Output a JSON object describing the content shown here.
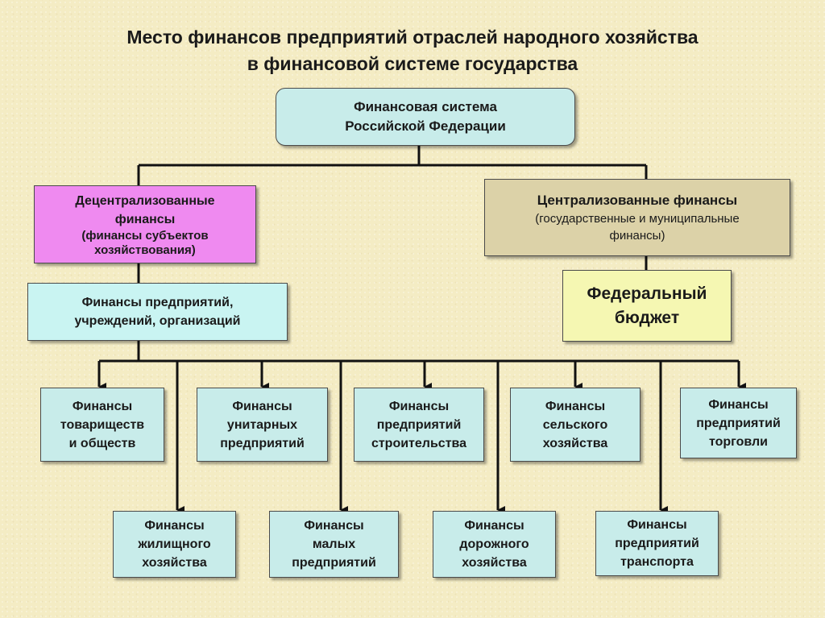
{
  "title": {
    "line1": "Место финансов предприятий отраслей народного хозяйства",
    "line2": "в финансовой системе государства"
  },
  "root": {
    "line1": "Финансовая система",
    "line2": "Российской Федерации"
  },
  "decentralized": {
    "line1": "Децентрализованные",
    "line2": "финансы",
    "sub1": "(финансы субъектов",
    "sub2": "хозяйствования)"
  },
  "centralized": {
    "line1": "Централизованные  финансы",
    "sub1": "(государственные и муниципальные",
    "sub2": "финансы)"
  },
  "enterprises": {
    "line1": "Финансы предприятий,",
    "line2": "учреждений, организаций"
  },
  "federal_budget": {
    "line1": "Федеральный",
    "line2": "бюджет"
  },
  "top_row": [
    {
      "lines": [
        "Финансы",
        "товариществ",
        "и обществ"
      ]
    },
    {
      "lines": [
        "Финансы",
        "унитарных",
        "предприятий"
      ]
    },
    {
      "lines": [
        "Финансы",
        "предприятий",
        "строительства"
      ]
    },
    {
      "lines": [
        "Финансы",
        "сельского",
        "хозяйства"
      ]
    },
    {
      "lines": [
        "Финансы",
        "предприятий",
        "торговли"
      ]
    }
  ],
  "bottom_row": [
    {
      "lines": [
        "Финансы",
        "жилищного",
        "хозяйства"
      ]
    },
    {
      "lines": [
        "Финансы",
        "малых",
        "предприятий"
      ]
    },
    {
      "lines": [
        "Финансы",
        "дорожного",
        "хозяйства"
      ]
    },
    {
      "lines": [
        "Финансы",
        "предприятий",
        "транспорта"
      ]
    }
  ],
  "colors": {
    "background": "#f4ecc4",
    "teal_box": "#c8ecea",
    "cyan_box": "#c9f4f2",
    "magenta_box": "#ef8af0",
    "tan_box": "#dcd2a8",
    "yellow_box": "#f5f7b2",
    "line": "#111111"
  }
}
